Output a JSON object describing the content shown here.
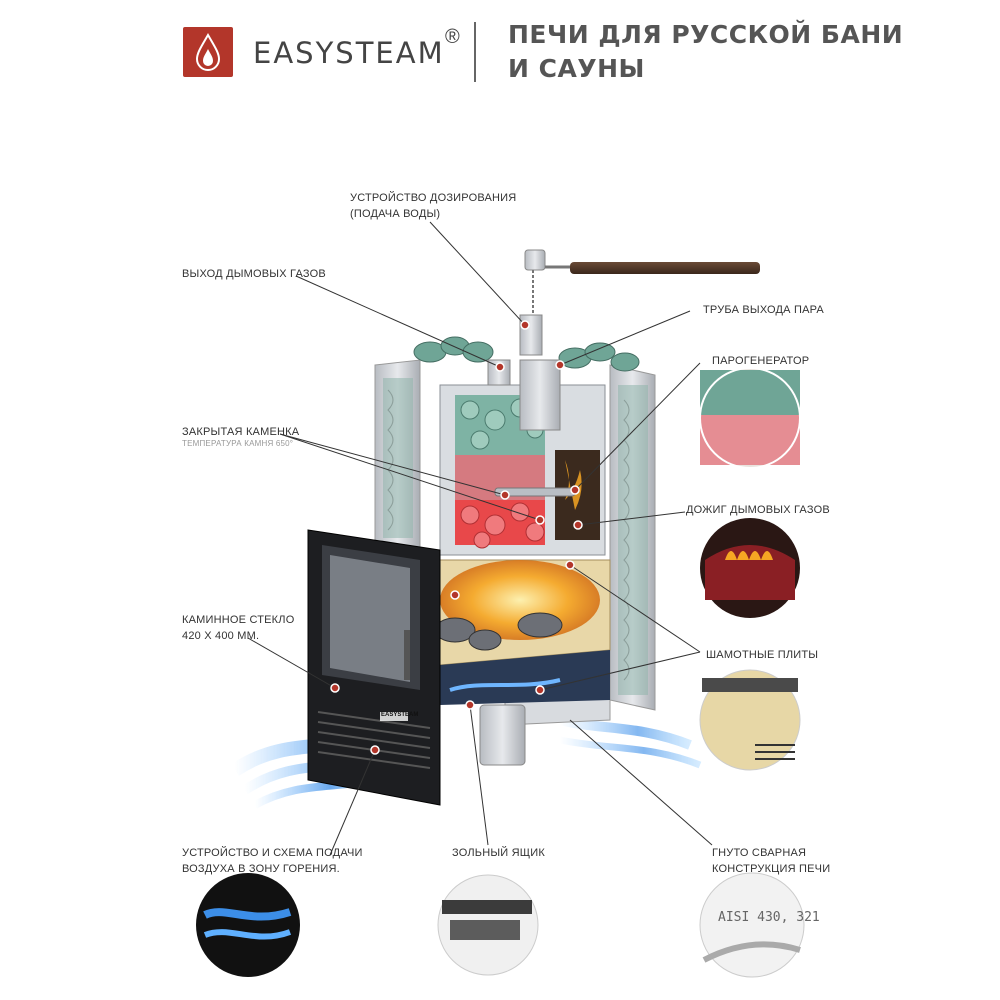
{
  "header": {
    "brand": "EASYSTEAM",
    "registered_mark": "®",
    "tagline_line1": "ПЕЧИ ДЛЯ РУССКОЙ БАНИ",
    "tagline_line2": "И САУНЫ",
    "logo_icon": "flame-drop-icon"
  },
  "labels": {
    "dosing_line1": "УСТРОЙСТВО ДОЗИРОВАНИЯ",
    "dosing_line2": "(ПОДАЧА ВОДЫ)",
    "smoke_exit": "ВЫХОД ДЫМОВЫХ ГАЗОВ",
    "steam_pipe": "ТРУБА ВЫХОДА ПАРА",
    "steam_generator": "ПАРОГЕНЕРАТОР",
    "closed_heater": "ЗАКРЫТАЯ КАМЕНКА",
    "stone_temp": "ТЕМПЕРАТУРА КАМНЯ 650°",
    "afterburn": "ДОЖИГ ДЫМОВЫХ ГАЗОВ",
    "glass_line1": "КАМИННОЕ СТЕКЛО",
    "glass_line2": "420 Х 400 ММ.",
    "chamotte": "ШАМОТНЫЕ ПЛИТЫ",
    "air_line1": "УСТРОЙСТВО И СХЕМА ПОДАЧИ",
    "air_line2": "ВОЗДУХА В ЗОНУ ГОРЕНИЯ.",
    "ash_box": "ЗОЛЬНЫЙ ЯЩИК",
    "bent_line1": "ГНУТО СВАРНАЯ",
    "bent_line2": "КОНСТРУКЦИЯ ПЕЧИ",
    "steel_grade": "AISI 430, 321",
    "door_badge": "EASYSTEAM"
  },
  "colors": {
    "brand_red": "#b3362a",
    "stone_green": "#6fa596",
    "hot_stone": "#e8484a",
    "flame": "#f6a623",
    "air_blue": "#3c8ee8",
    "steel": "#c9ccd0"
  }
}
